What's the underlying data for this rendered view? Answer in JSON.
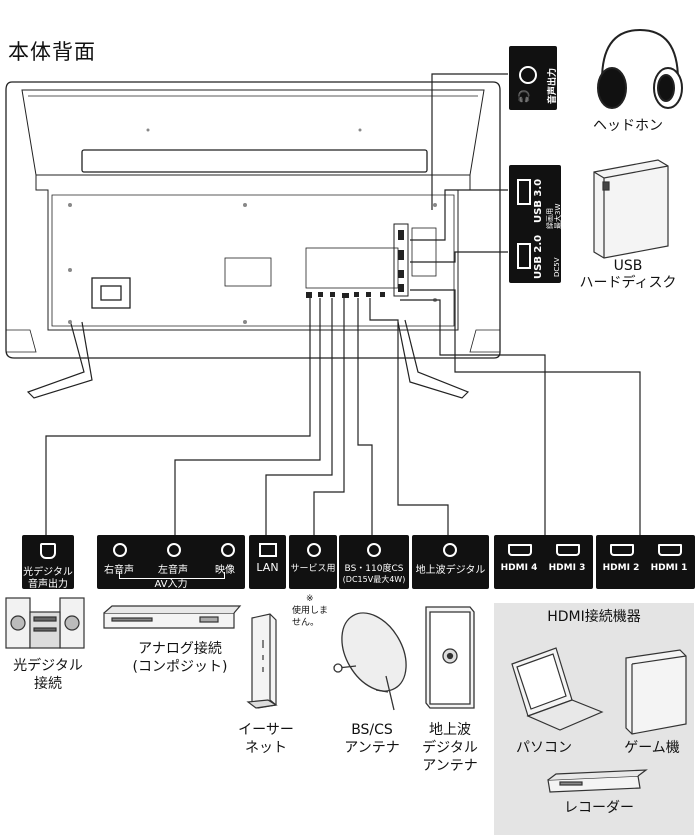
{
  "title": "本体背面",
  "top_ports": {
    "headphone_port": "音声出力",
    "usb3_label": "USB 3.0",
    "usb2_label": "USB 2.0",
    "usb_note_1": "録画用",
    "usb_note_2": "最大3W",
    "usb_note_3": "DC5V"
  },
  "devices_right": {
    "headphones": "ヘッドホン",
    "usb_hdd_1": "USB",
    "usb_hdd_2": "ハードディスク"
  },
  "bottom_ports": {
    "optical_1": "光デジタル",
    "optical_2": "音声出力",
    "av_right": "右音声",
    "av_left": "左音声",
    "av_video": "映像",
    "av_input": "AV入力",
    "lan": "LAN",
    "service": "サービス用",
    "bs_1": "BS・110度CS",
    "bs_2": "(DC15V最大4W)",
    "terrestrial": "地上波デジタル",
    "hdmi4": "HDMI 4",
    "hdmi3": "HDMI 3",
    "hdmi2": "HDMI 2",
    "hdmi1": "HDMI 1"
  },
  "service_note": [
    "※",
    "使用しま",
    "せん。"
  ],
  "devices_bottom": {
    "optical_1": "光デジタル",
    "optical_2": "接続",
    "analog_1": "アナログ接続",
    "analog_2": "(コンポジット)",
    "ethernet_1": "イーサー",
    "ethernet_2": "ネット",
    "bscs_1": "BS/CS",
    "bscs_2": "アンテナ",
    "terr_1": "地上波",
    "terr_2": "デジタル",
    "terr_3": "アンテナ"
  },
  "hdmi_devices": {
    "panel_title": "HDMI接続機器",
    "pc": "パソコン",
    "game": "ゲーム機",
    "recorder": "レコーダー"
  },
  "colors": {
    "port_box": "#111111",
    "panel": "#e4e4e4",
    "line": "#222222"
  }
}
